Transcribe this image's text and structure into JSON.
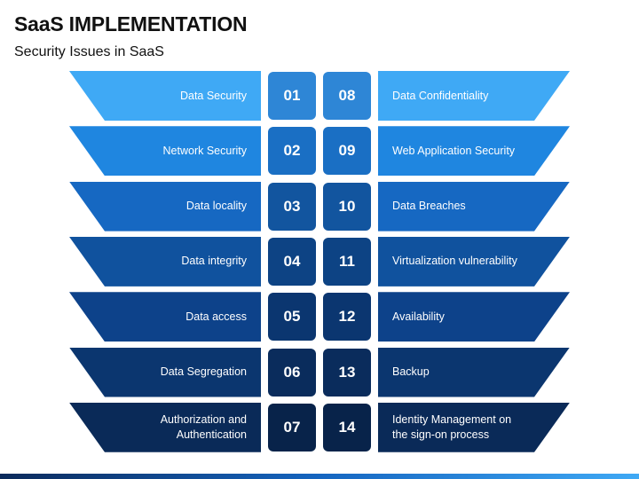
{
  "title": "SaaS IMPLEMENTATION",
  "subtitle": "Security Issues in SaaS",
  "rows": [
    {
      "left_label": "Data Security",
      "left_num": "01",
      "right_num": "08",
      "right_label": "Data Confidentiality",
      "band_color": "#3fa9f5",
      "box_color": "#2e86d6"
    },
    {
      "left_label": "Network Security",
      "left_num": "02",
      "right_num": "09",
      "right_label": "Web Application Security",
      "band_color": "#1f86e0",
      "box_color": "#1a6fc4"
    },
    {
      "left_label": "Data locality",
      "left_num": "03",
      "right_num": "10",
      "right_label": "Data Breaches",
      "band_color": "#1668c2",
      "box_color": "#12559f"
    },
    {
      "left_label": "Data integrity",
      "left_num": "04",
      "right_num": "11",
      "right_label": "Virtualization vulnerability",
      "band_color": "#10529e",
      "box_color": "#0d4384"
    },
    {
      "left_label": "Data access",
      "left_num": "05",
      "right_num": "12",
      "right_label": "Availability",
      "band_color": "#0d428a",
      "box_color": "#0b3670"
    },
    {
      "left_label": "Data Segregation",
      "left_num": "06",
      "right_num": "13",
      "right_label": "Backup",
      "band_color": "#0b366f",
      "box_color": "#0a2c5c"
    },
    {
      "left_label": "Authorization and\nAuthentication",
      "left_num": "07",
      "right_num": "14",
      "right_label": "Identity Management on\nthe sign-on process",
      "band_color": "#0a2a58",
      "box_color": "#08234a"
    }
  ]
}
